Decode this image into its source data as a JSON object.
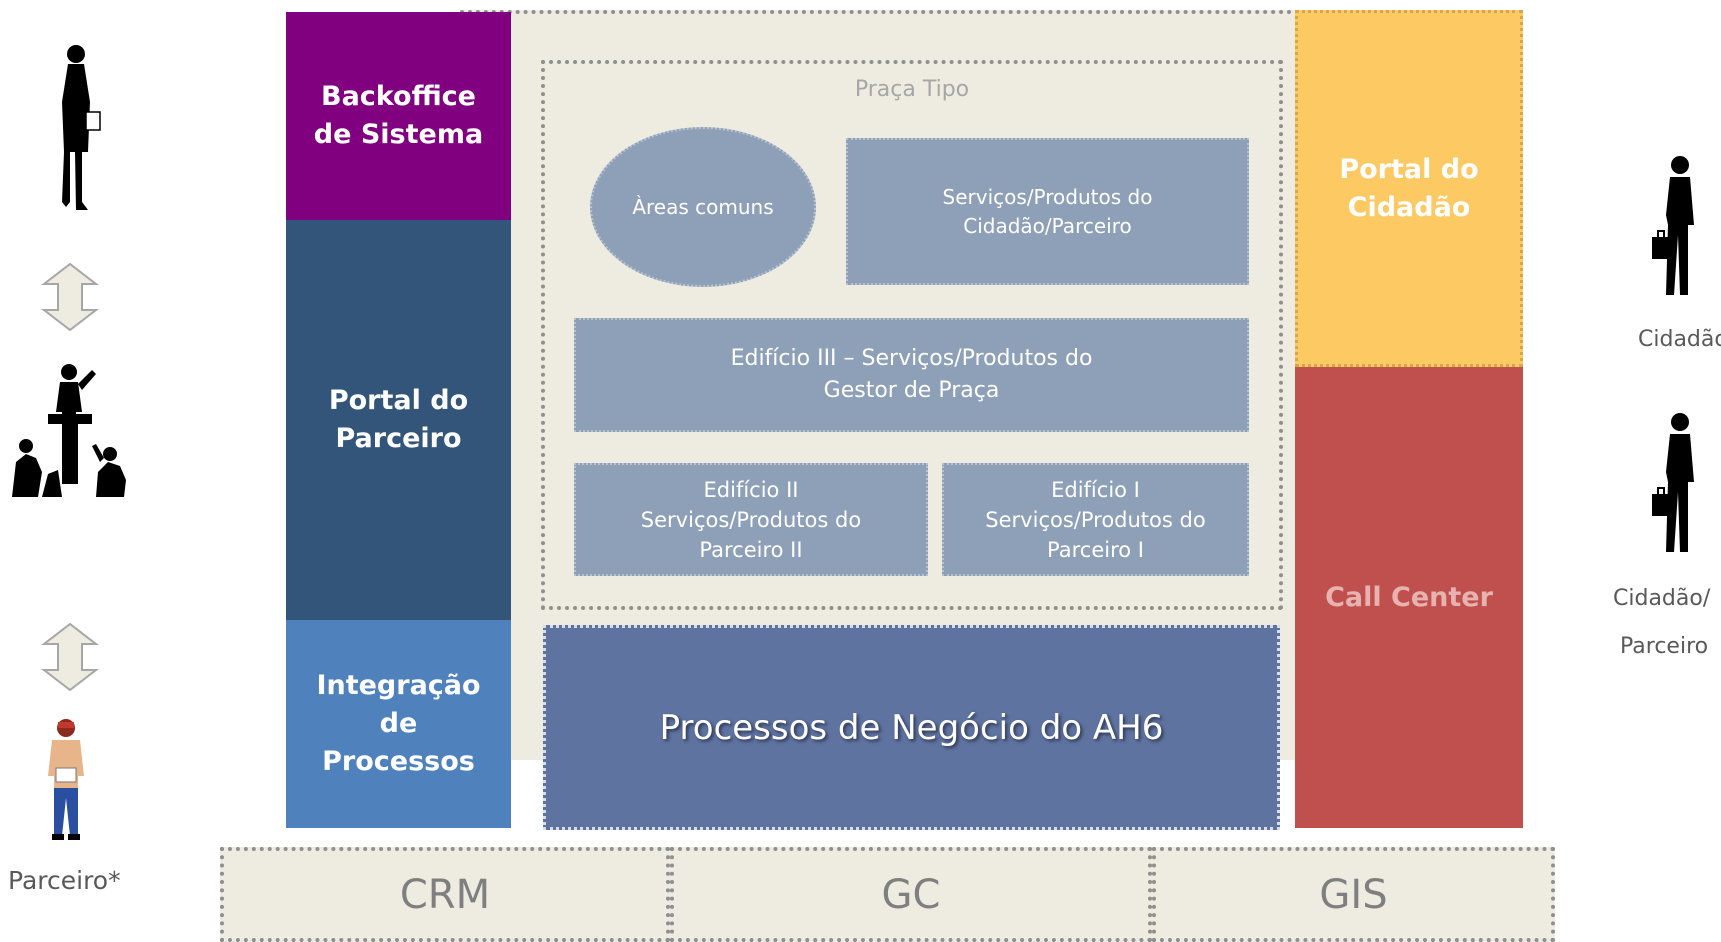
{
  "backoffice": {
    "lines": [
      "Backoffice",
      "de Sistema"
    ]
  },
  "portal_parceiro": {
    "lines": [
      "Portal do",
      "Parceiro"
    ]
  },
  "integracao": {
    "lines": [
      "Integração",
      "de",
      "Processos"
    ]
  },
  "praca": {
    "title": "Praça Tipo",
    "areas_comuns": "Àreas comuns",
    "servicos_cidadao": {
      "lines": [
        "Serviços/Produtos do",
        "Cidadão/Parceiro"
      ]
    },
    "edificio3": {
      "lines": [
        "Edifício III – Serviços/Produtos do",
        "Gestor de Praça"
      ]
    },
    "edificio2": {
      "lines": [
        "Edifício II",
        "Serviços/Produtos do",
        "Parceiro II"
      ]
    },
    "edificio1": {
      "lines": [
        "Edifício I",
        "Serviços/Produtos do",
        "Parceiro I"
      ]
    }
  },
  "processos": "Processos de Negócio do AH6",
  "portal_cidadao": {
    "lines": [
      "Portal do",
      "Cidadão"
    ]
  },
  "call_center": "Call Center",
  "bottom": {
    "crm": "CRM",
    "gc": "GC",
    "gis": "GIS"
  },
  "left_figures": {
    "parceiro_label": "Parceiro*"
  },
  "right_figures": {
    "cidadao_label": "Cidadão",
    "cidadao_parceiro_lines": [
      "Cidadão/",
      "Parceiro"
    ]
  },
  "colors": {
    "backoffice": "#800080",
    "portal_parceiro": "#34557a",
    "integracao": "#4f81bd",
    "processos": "#5f73a0",
    "portal_cidadao": "#fdc963",
    "call_center": "#c0504d",
    "panel_bg": "#eeebe1",
    "inner_box": "#8ea0b8"
  },
  "icons": [
    "woman-silhouette-icon",
    "double-arrow-icon",
    "speaker-crowd-icon",
    "worker-icon",
    "businessman-icon"
  ]
}
